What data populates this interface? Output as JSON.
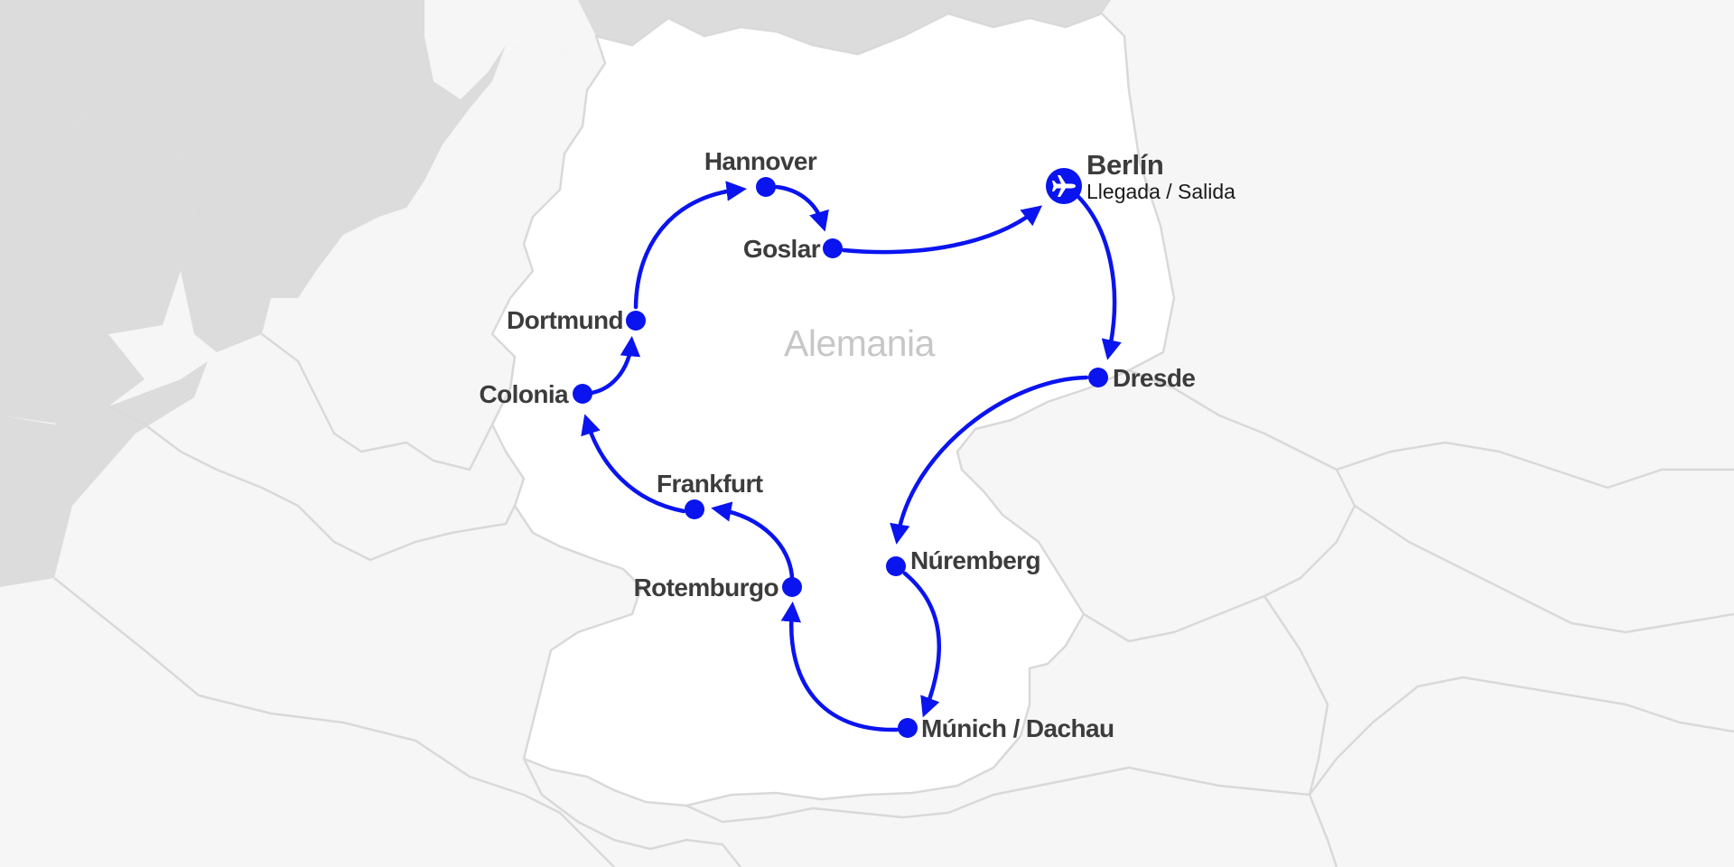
{
  "map": {
    "country_label": "Alemania",
    "colors": {
      "water": "#dcdcdc",
      "land": "#f6f6f6",
      "highlight_country": "#ffffff",
      "border": "#d9d9d9",
      "route": "#0a14ef",
      "label": "#3c3c3c"
    },
    "start_city": {
      "name": "Berlín",
      "subtitle": "Llegada / Salida",
      "icon": "airplane-icon"
    },
    "cities": [
      {
        "key": "berlin",
        "name": "Berlín"
      },
      {
        "key": "dresde",
        "name": "Dresde"
      },
      {
        "key": "nuremberg",
        "name": "Núremberg"
      },
      {
        "key": "munich",
        "name": "Múnich / Dachau"
      },
      {
        "key": "rotemburgo",
        "name": "Rotemburgo"
      },
      {
        "key": "frankfurt",
        "name": "Frankfurt"
      },
      {
        "key": "colonia",
        "name": "Colonia"
      },
      {
        "key": "dortmund",
        "name": "Dortmund"
      },
      {
        "key": "hannover",
        "name": "Hannover"
      },
      {
        "key": "goslar",
        "name": "Goslar"
      }
    ],
    "route_order": [
      "berlin",
      "dresde",
      "nuremberg",
      "munich",
      "rotemburgo",
      "frankfurt",
      "colonia",
      "dortmund",
      "hannover",
      "goslar",
      "berlin"
    ]
  }
}
